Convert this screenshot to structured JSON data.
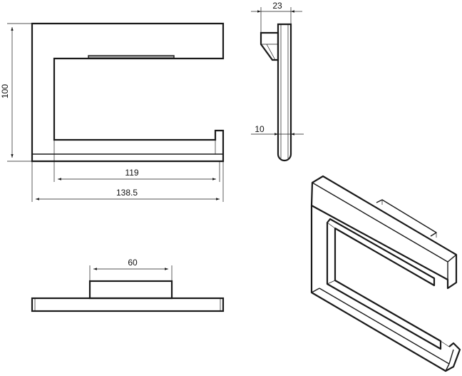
{
  "dimensions": {
    "front_height": "100",
    "front_inner_width": "119",
    "front_total_width": "138.5",
    "side_depth": "23",
    "side_thickness": "10",
    "bottom_mount_width": "60"
  }
}
